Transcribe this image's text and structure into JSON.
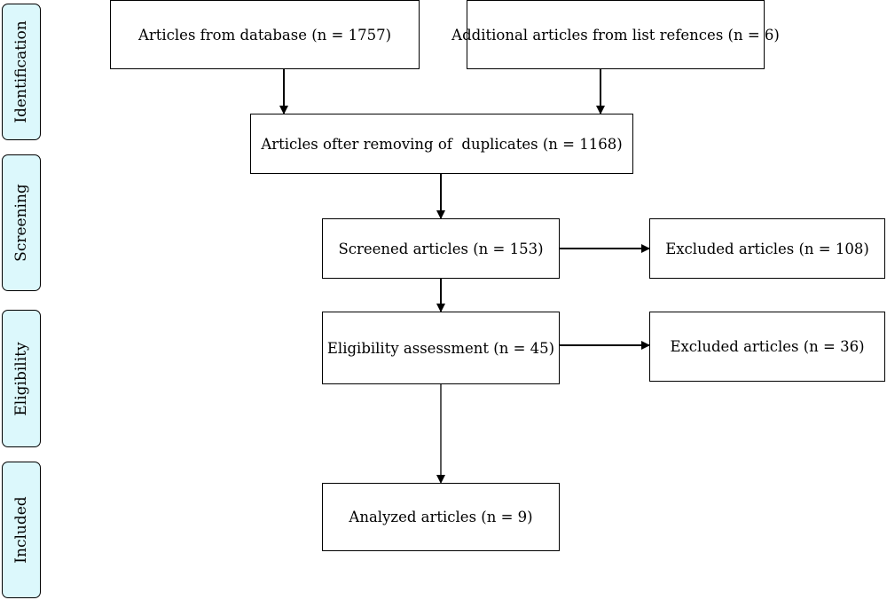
{
  "phases": {
    "identification": "Identification",
    "screening": "Screening",
    "eligibility": "Eligibility",
    "included": "Included"
  },
  "boxes": {
    "database": "Articles from database (n = 1757)",
    "additional": "Additional articles from list refences (n = 6)",
    "duplicates": "Articles ofter removing of  duplicates (n = 1168)",
    "screened": "Screened articles (n = 153)",
    "excluded_screening": "Excluded articles (n = 108)",
    "eligibility": "Eligibility assessment (n = 45)",
    "excluded_eligibility": "Excluded articles (n = 36)",
    "analyzed": "Analyzed articles (n = 9)"
  }
}
